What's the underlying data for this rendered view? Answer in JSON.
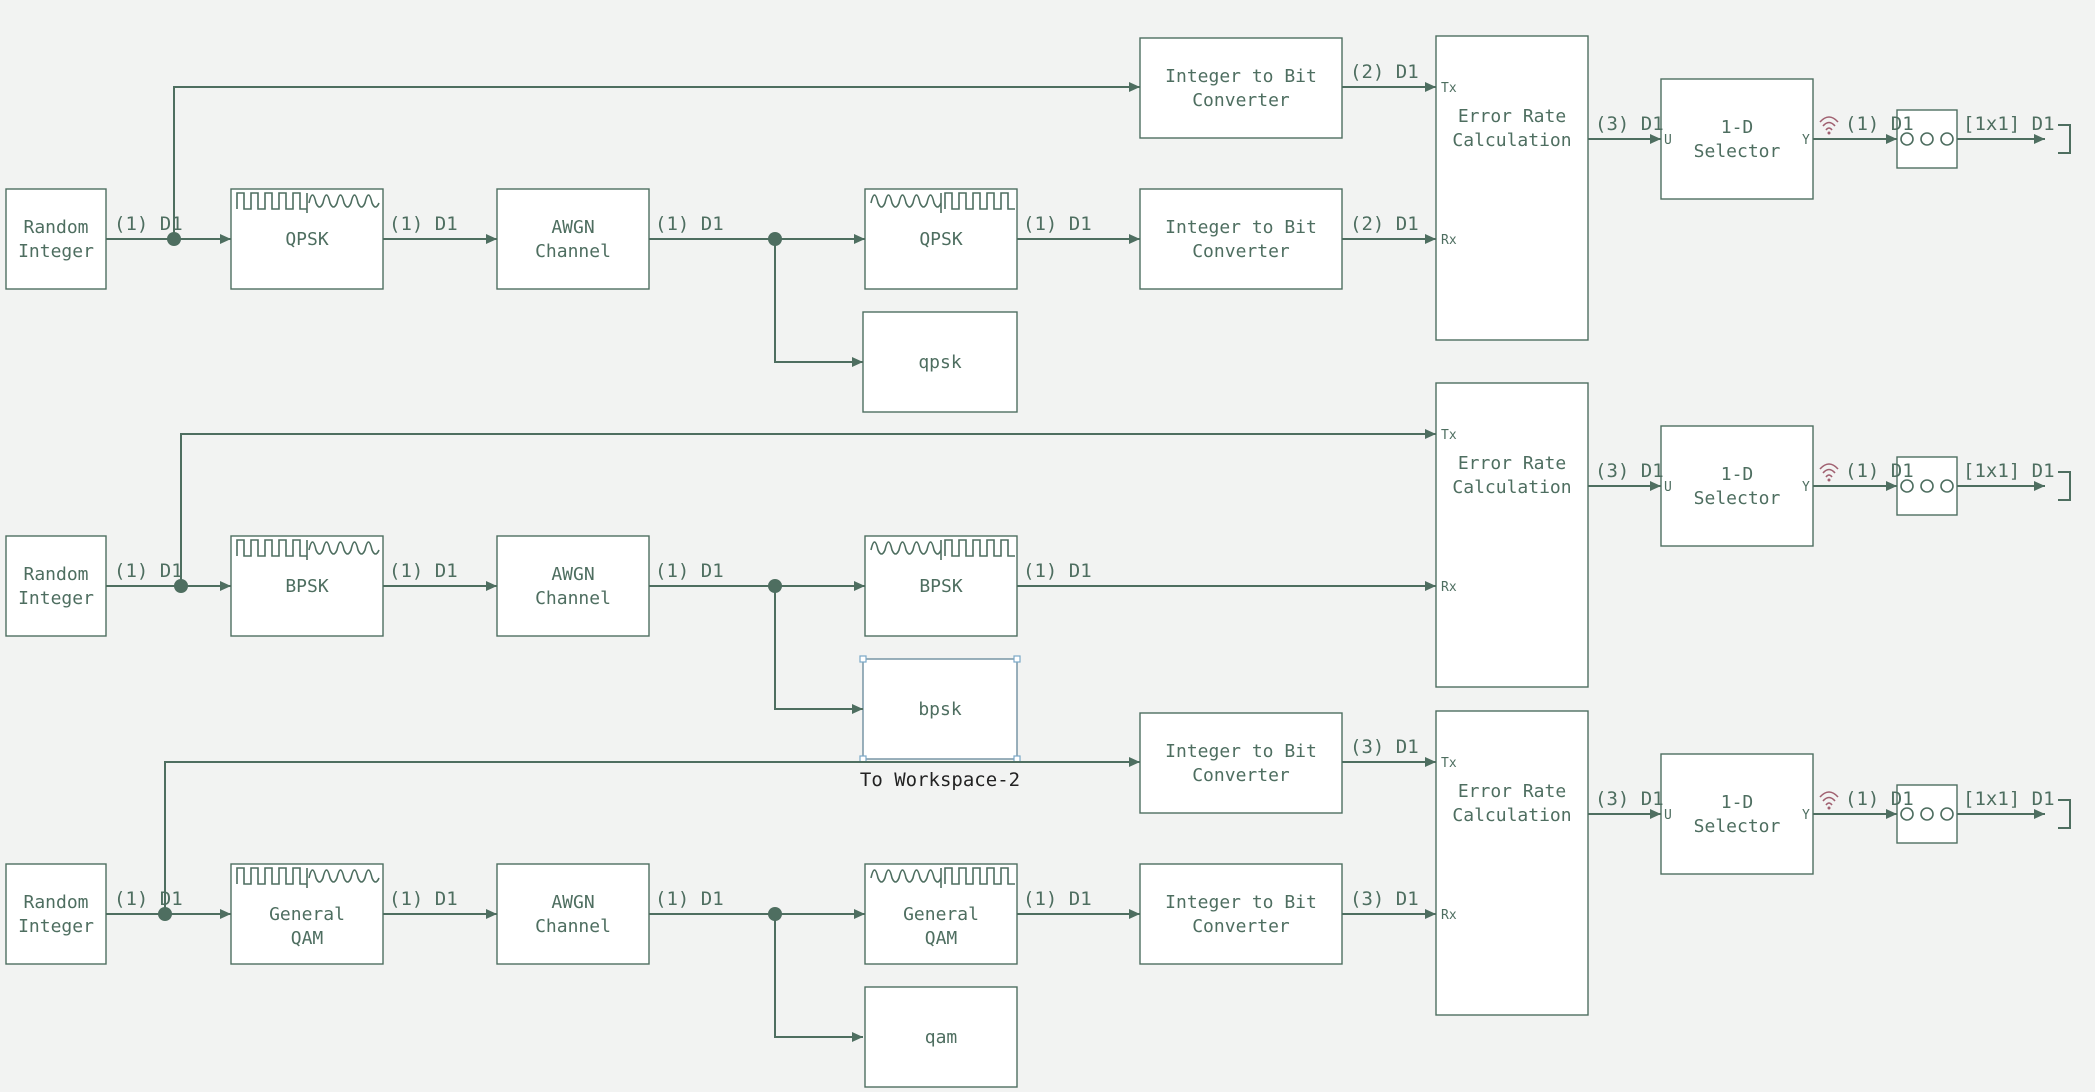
{
  "colors": {
    "background": "#f2f3f2",
    "ink": "#4e6e60",
    "selection": "#7aa8c8",
    "label": "#222222"
  },
  "rows": [
    {
      "source": "Random\nInteger",
      "modulator": "QPSK",
      "channel": "AWGN\nChannel",
      "demodulator": "QPSK",
      "workspace": "qpsk",
      "tx_converter": "Integer to Bit\nConverter",
      "rx_converter": "Integer to Bit\nConverter",
      "error_rate": "Error Rate\nCalculation",
      "selector": "1-D\nSelector",
      "signals": {
        "source_out": "(1) D1",
        "mod_out": "(1) D1",
        "channel_out": "(1) D1",
        "demod_out": "(1) D1",
        "tx_conv_out": "(2) D1",
        "rx_conv_out": "(2) D1",
        "error_out": "(3) D1",
        "selector_out": "(1) D1",
        "display_out": "[1x1] D1"
      },
      "ports": {
        "tx": "Tx",
        "rx": "Rx",
        "sel_in": "U",
        "sel_out": "Y"
      }
    },
    {
      "source": "Random\nInteger",
      "modulator": "BPSK",
      "channel": "AWGN\nChannel",
      "demodulator": "BPSK",
      "workspace": "bpsk",
      "workspace_caption": "To Workspace-2",
      "error_rate": "Error Rate\nCalculation",
      "selector": "1-D\nSelector",
      "signals": {
        "source_out": "(1) D1",
        "mod_out": "(1) D1",
        "channel_out": "(1) D1",
        "demod_out": "(1) D1",
        "error_out": "(3) D1",
        "selector_out": "(1) D1",
        "display_out": "[1x1] D1"
      },
      "ports": {
        "tx": "Tx",
        "rx": "Rx",
        "sel_in": "U",
        "sel_out": "Y"
      }
    },
    {
      "source": "Random\nInteger",
      "modulator": "General\nQAM",
      "channel": "AWGN\nChannel",
      "demodulator": "General\nQAM",
      "workspace": "qam",
      "tx_converter": "Integer to Bit\nConverter",
      "rx_converter": "Integer to Bit\nConverter",
      "error_rate": "Error Rate\nCalculation",
      "selector": "1-D\nSelector",
      "signals": {
        "source_out": "(1) D1",
        "mod_out": "(1) D1",
        "channel_out": "(1) D1",
        "demod_out": "(1) D1",
        "tx_conv_out": "(3) D1",
        "rx_conv_out": "(3) D1",
        "error_out": "(3) D1",
        "selector_out": "(1) D1",
        "display_out": "[1x1] D1"
      },
      "ports": {
        "tx": "Tx",
        "rx": "Rx",
        "sel_in": "U",
        "sel_out": "Y"
      }
    }
  ],
  "icons": {
    "modulator": "square-to-sine-wave-icon",
    "demodulator": "sine-to-square-wave-icon",
    "bus": "wireless-signal-icon",
    "display": "display-circles-icon",
    "terminator": "bracket-terminator-icon"
  }
}
